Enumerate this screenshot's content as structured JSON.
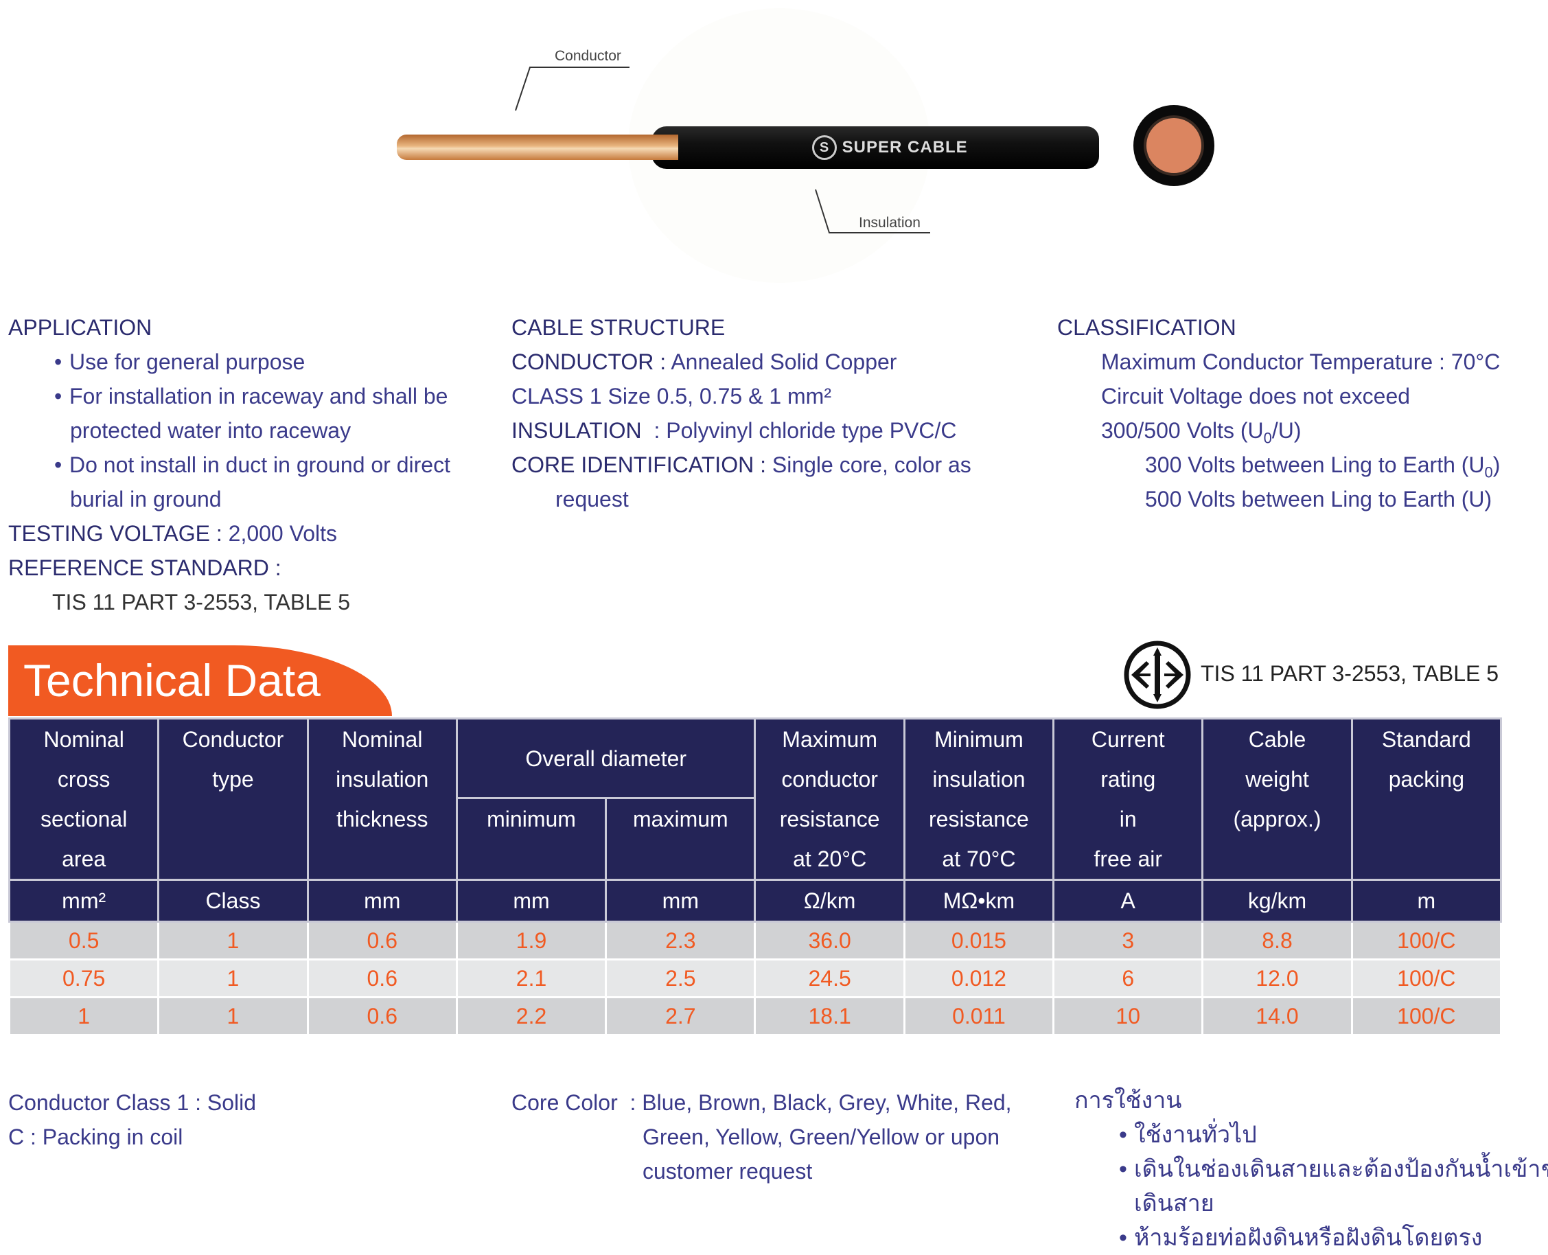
{
  "diagram": {
    "conductor_label": "Conductor",
    "insulation_label": "Insulation",
    "brand_print": "SUPER CABLE"
  },
  "application": {
    "title": "APPLICATION",
    "items": [
      "Use for general purpose",
      "For installation in raceway and shall be",
      "protected water into raceway",
      "Do not install in duct in ground or direct",
      "burial in ground"
    ],
    "testing_label": "TESTING VOLTAGE :",
    "testing_value": "2,000 Volts",
    "reference_label": "REFERENCE STANDARD :",
    "reference_value": "TIS 11 PART 3-2553, TABLE 5"
  },
  "structure": {
    "title": "CABLE STRUCTURE",
    "conductor_label": "CONDUCTOR :",
    "conductor_value": "Annealed Solid Copper",
    "class_line": "CLASS 1 Size 0.5, 0.75 & 1 mm²",
    "insulation_label": "INSULATION",
    "insulation_value": ": Polyvinyl chloride type PVC/C",
    "core_label": "CORE IDENTIFICATION :",
    "core_value": "Single core, color as",
    "core_value_2": "request"
  },
  "classification": {
    "title": "CLASSIFICATION",
    "max_temp": "Maximum Conductor Temperature : 70°C",
    "circuit": "Circuit Voltage does not exceed",
    "volts": "300/500 Volts (U",
    "volts_sub": "0",
    "volts_end": "/U)",
    "line1": "300 Volts between Ling to Earth (U",
    "line1_sub": "0",
    "line1_end": ")",
    "line2": "500 Volts between Ling to Earth (U)"
  },
  "technical": {
    "title": "Technical Data",
    "standard": "TIS 11 PART 3-2553, TABLE 5",
    "headers": {
      "area": [
        "Nominal",
        "cross",
        "sectional",
        "area"
      ],
      "type": [
        "Conductor",
        "type"
      ],
      "insulation": [
        "Nominal",
        "insulation",
        "thickness"
      ],
      "diameter": "Overall diameter",
      "min": "minimum",
      "max": "maximum",
      "resistance": [
        "Maximum",
        "conductor",
        "resistance",
        "at 20°C"
      ],
      "ins_res": [
        "Minimum",
        "insulation",
        "resistance",
        "at 70°C"
      ],
      "current": [
        "Current",
        "rating",
        "in",
        "free air"
      ],
      "weight": [
        "Cable",
        "weight",
        "(approx.)"
      ],
      "packing": [
        "Standard",
        "packing"
      ]
    },
    "units": [
      "mm²",
      "Class",
      "mm",
      "mm",
      "mm",
      "Ω/km",
      "MΩ•km",
      "A",
      "kg/km",
      "m"
    ],
    "rows": [
      [
        "0.5",
        "1",
        "0.6",
        "1.9",
        "2.3",
        "36.0",
        "0.015",
        "3",
        "8.8",
        "100/C"
      ],
      [
        "0.75",
        "1",
        "0.6",
        "2.1",
        "2.5",
        "24.5",
        "0.012",
        "6",
        "12.0",
        "100/C"
      ],
      [
        "1",
        "1",
        "0.6",
        "2.2",
        "2.7",
        "18.1",
        "0.011",
        "10",
        "14.0",
        "100/C"
      ]
    ]
  },
  "notes": {
    "class_note": "Conductor Class 1 : Solid",
    "packing_note": "C : Packing in coil",
    "core_color_label": "Core Color",
    "core_color_value": ": Blue, Brown, Black, Grey, White, Red,",
    "core_color_2": "Green, Yellow, Green/Yellow or upon",
    "core_color_3": "customer request"
  },
  "thai": {
    "title": "การใช้งาน",
    "items": [
      "ใช้งานทั่วไป",
      "เดินในช่องเดินสายและต้องป้องกันน้ำเข้าช่อง",
      "เดินสาย",
      "ห้ามร้อยท่อฝังดินหรือฝังดินโดยตรง"
    ]
  },
  "colors": {
    "navy": "#242457",
    "orange": "#f15a22",
    "text": "#2b2b6e"
  }
}
